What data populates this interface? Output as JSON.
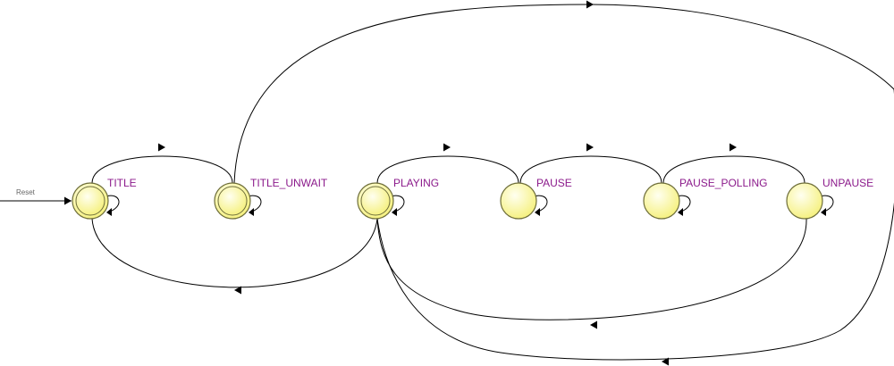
{
  "reset": {
    "label": "Reset"
  },
  "colors": {
    "state_fill_light": "#fffff0",
    "state_fill_dark": "#f5f07a",
    "state_stroke": "#6e6e3a",
    "label": "#8b1a8b",
    "edge": "#000000"
  },
  "states": [
    {
      "id": "title",
      "label": "TITLE",
      "double_circle": true
    },
    {
      "id": "title_unwait",
      "label": "TITLE_UNWAIT",
      "double_circle": true
    },
    {
      "id": "playing",
      "label": "PLAYING",
      "double_circle": true
    },
    {
      "id": "pause",
      "label": "PAUSE",
      "double_circle": false
    },
    {
      "id": "pause_polling",
      "label": "PAUSE_POLLING",
      "double_circle": false
    },
    {
      "id": "unpause",
      "label": "UNPAUSE",
      "double_circle": false
    }
  ]
}
